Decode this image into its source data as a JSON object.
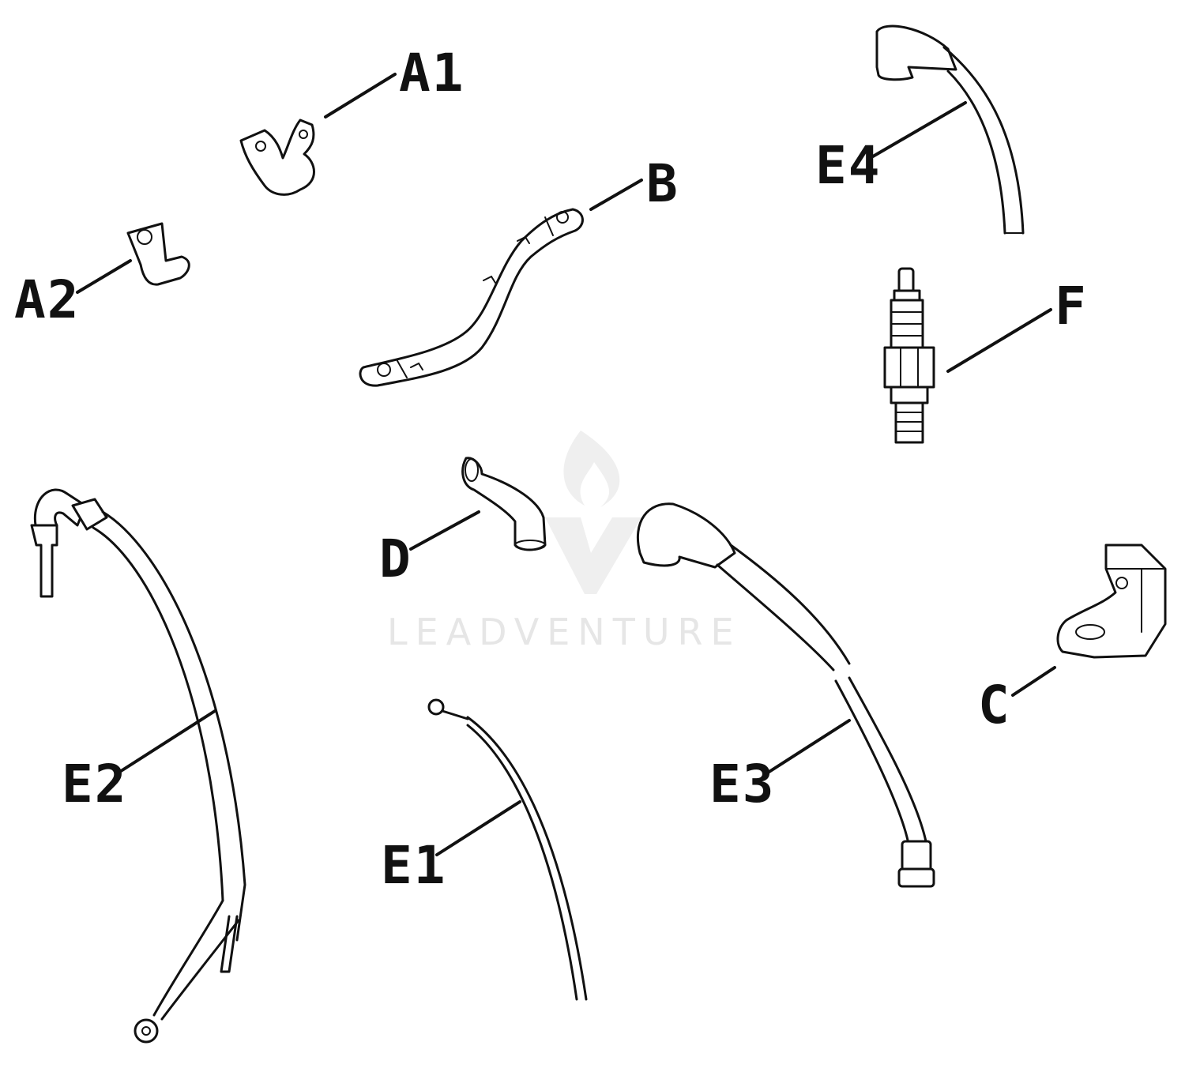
{
  "watermark": {
    "text": "LEADVENTURE",
    "color": "#e6e6e6"
  },
  "callouts": {
    "a1": "A1",
    "a2": "A2",
    "b": "B",
    "c": "C",
    "d": "D",
    "e1": "E1",
    "e2": "E2",
    "e3": "E3",
    "e4": "E4",
    "f": "F"
  },
  "colors": {
    "line": "#111111",
    "background": "#ffffff"
  }
}
